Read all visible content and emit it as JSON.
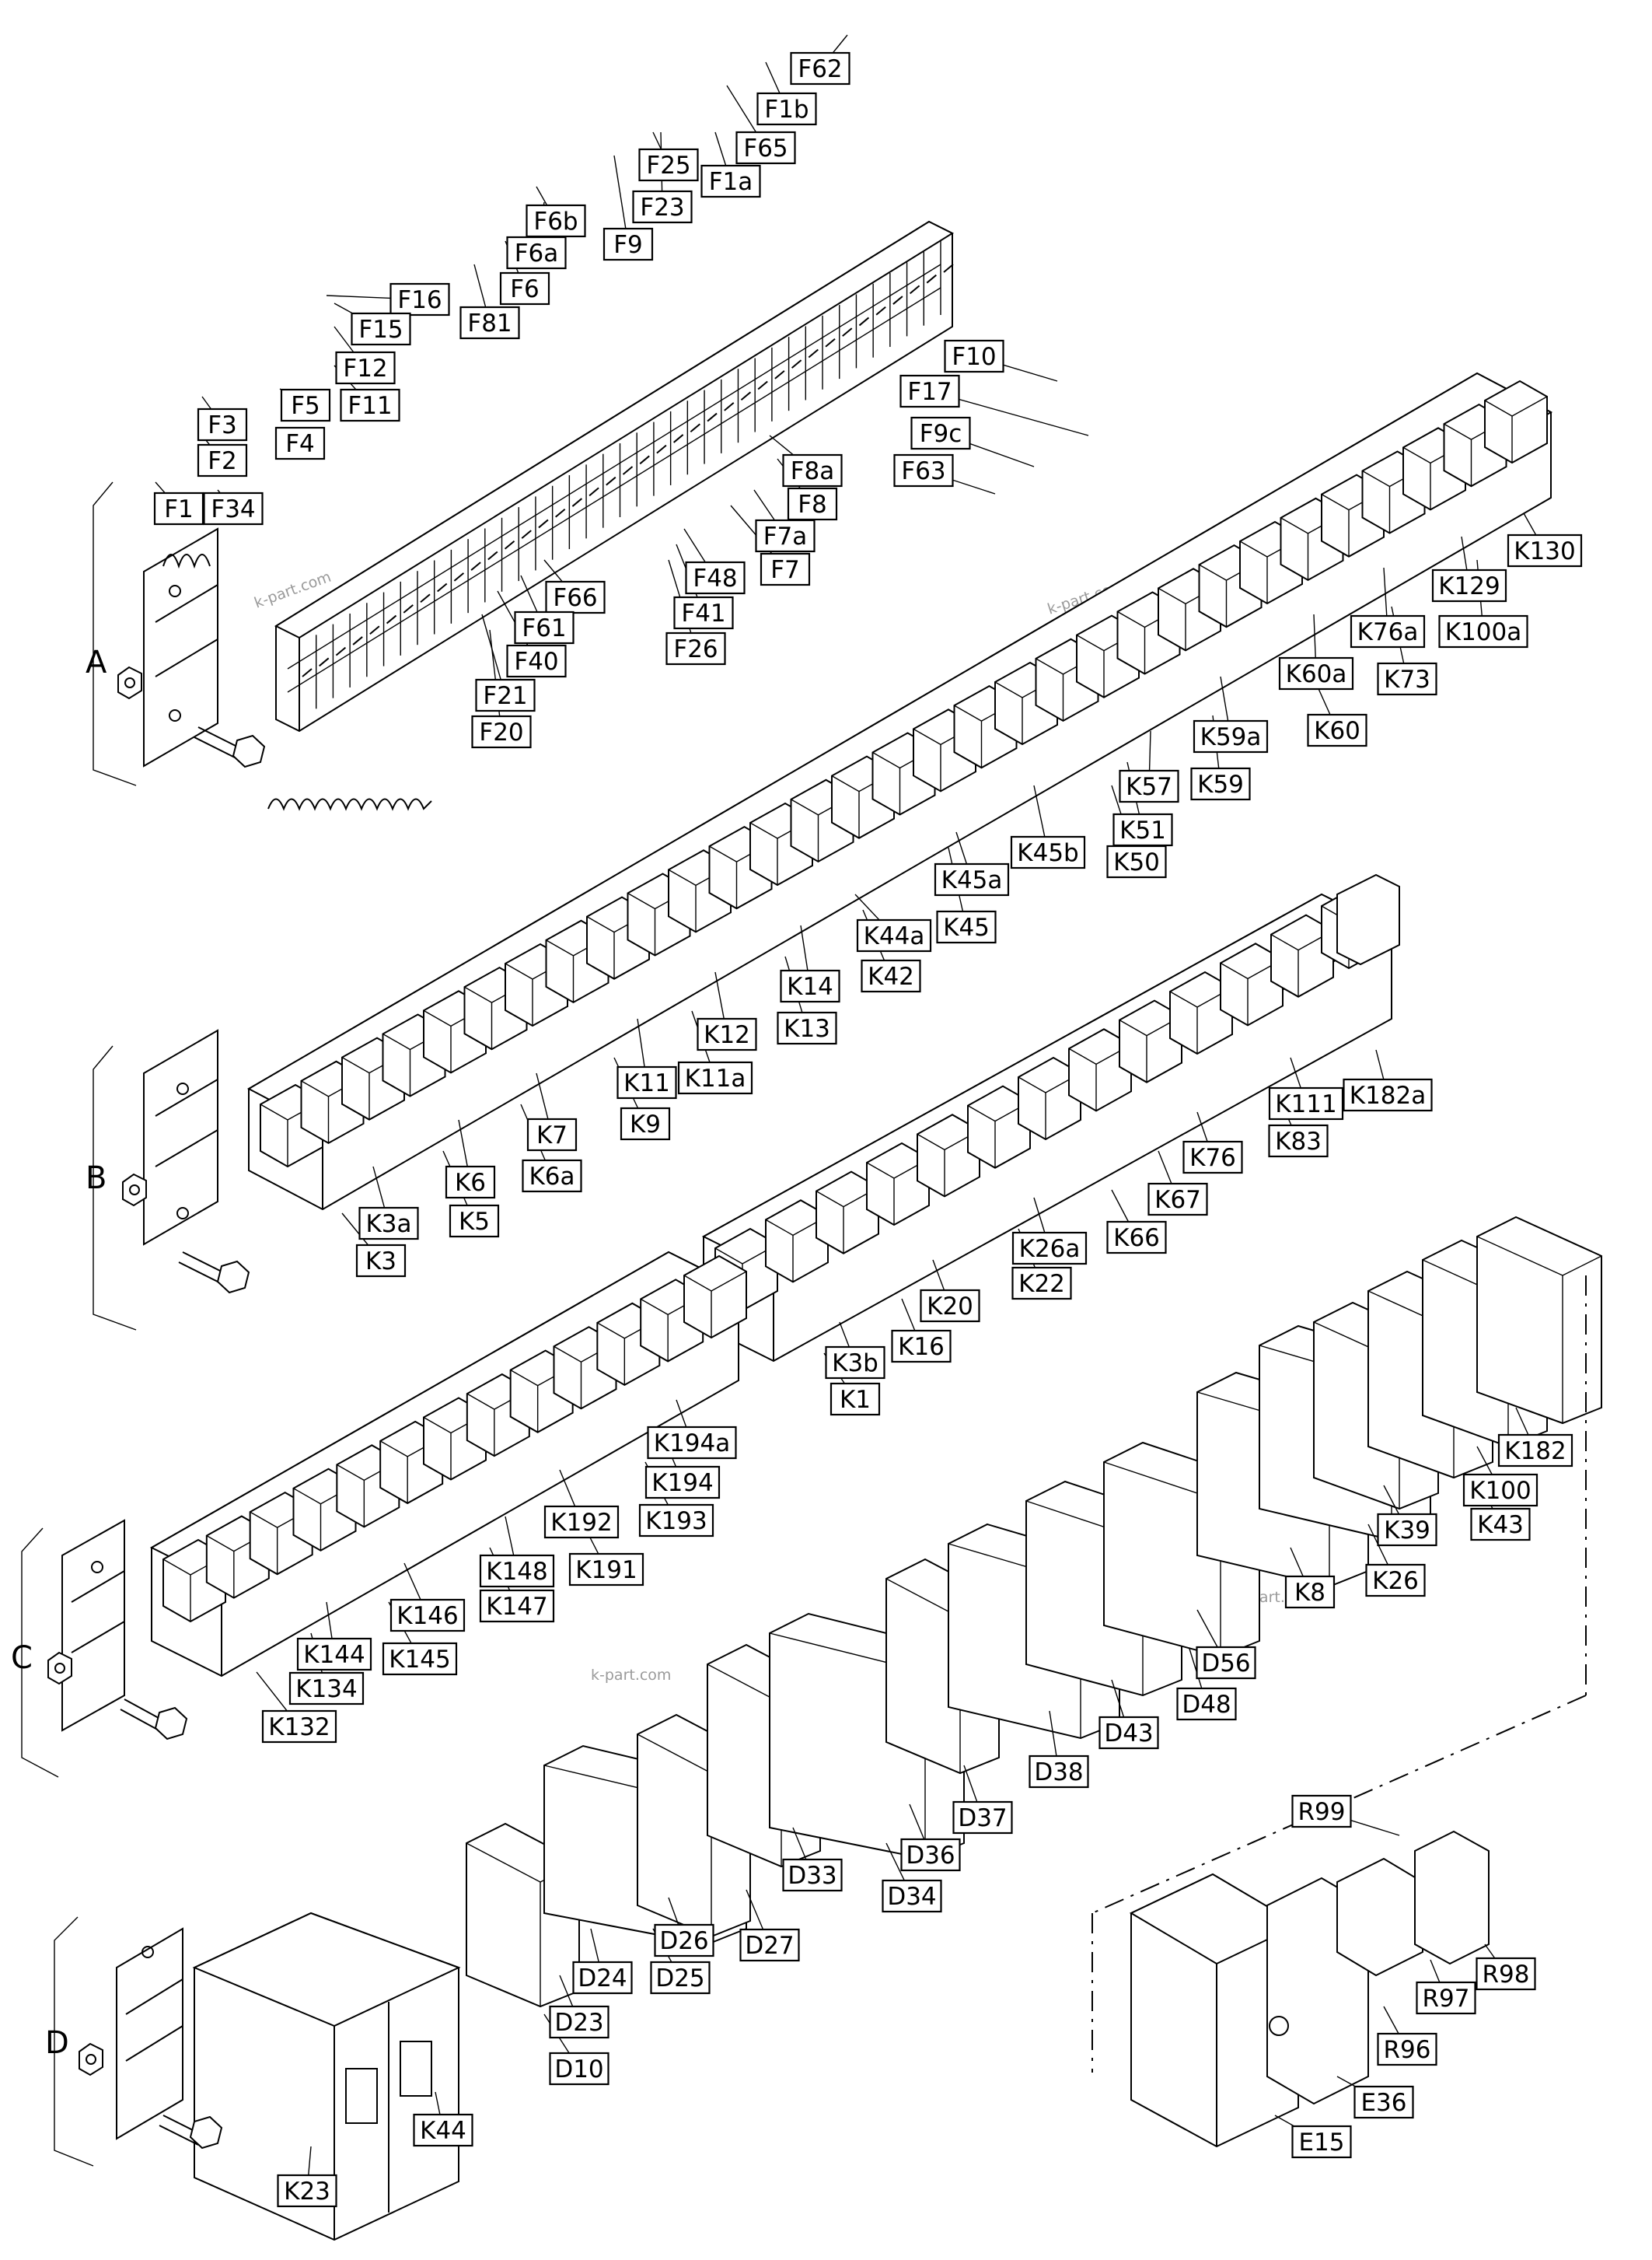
{
  "groups": [
    "A",
    "B",
    "C",
    "D"
  ],
  "watermark": "k-part.com",
  "colors": {
    "line": "#000000",
    "background": "#ffffff",
    "watermark": "#9a9a9a"
  },
  "fuse_labels": [
    "F62",
    "F1b",
    "F65",
    "F25",
    "F1a",
    "F23",
    "F6b",
    "F9",
    "F6a",
    "F6",
    "F81",
    "F16",
    "F15",
    "F12",
    "F11",
    "F5",
    "F3",
    "F4",
    "F2",
    "F34",
    "F1",
    "F10",
    "F17",
    "F9c",
    "F63",
    "F8a",
    "F8",
    "F7a",
    "F7",
    "F48",
    "F41",
    "F26",
    "F66",
    "F61",
    "F40",
    "F21",
    "F20"
  ],
  "relay_row1_labels": [
    "K130",
    "K129",
    "K100a",
    "K76a",
    "K73",
    "K60a",
    "K60",
    "K59a",
    "K59",
    "K57",
    "K51",
    "K50",
    "K45b",
    "K45a",
    "K45",
    "K44a",
    "K42",
    "K14",
    "K13",
    "K12",
    "K11a",
    "K11",
    "K9",
    "K7",
    "K6a",
    "K6",
    "K5",
    "K3a",
    "K3"
  ],
  "relay_row2_labels": [
    "K182a",
    "K111",
    "K83",
    "K76",
    "K67",
    "K66",
    "K26a",
    "K22",
    "K20",
    "K16",
    "K3b",
    "K1"
  ],
  "relay_row3_labels": [
    "K194a",
    "K194",
    "K193",
    "K192",
    "K191",
    "K148",
    "K147",
    "K146",
    "K145",
    "K144",
    "K134",
    "K132"
  ],
  "module_labels": [
    "K182",
    "K100",
    "K43",
    "K39",
    "K26",
    "K8",
    "D56",
    "D48",
    "D43",
    "D38",
    "D37",
    "D36",
    "D34",
    "D33",
    "D27",
    "D26",
    "D25",
    "D24",
    "D23",
    "D10",
    "K44",
    "K23"
  ],
  "enclosure_labels": [
    "R99",
    "R98",
    "R97",
    "R96",
    "E36",
    "E15"
  ]
}
